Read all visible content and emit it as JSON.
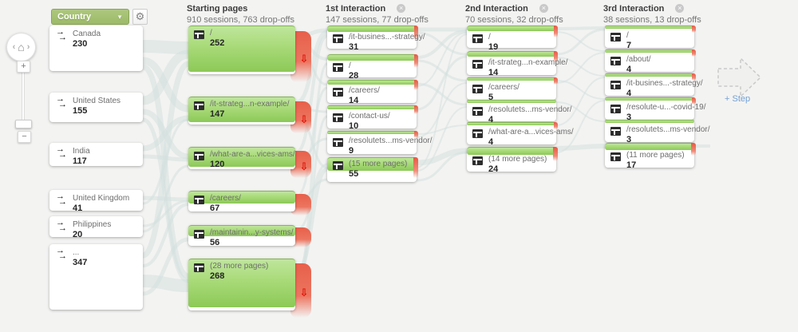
{
  "icons": {
    "home": "⌂",
    "nav_prev": "‹",
    "nav_next": "›",
    "plus": "+",
    "minus": "−",
    "gear": "⚙",
    "dropdown_arrow": "▼",
    "close": "×",
    "drop_arrow": "⇩",
    "flow_arrow": "→"
  },
  "toolbar": {
    "dimension": "Country"
  },
  "nav": {
    "step_label": "+ Step"
  },
  "colors": {
    "node_green": "#9ad163",
    "dropoff_red": "#e7604a",
    "ribbon": "#d3e0df",
    "accent_blue": "#74a1d4",
    "dimension_green": "#9cba68"
  },
  "dimension_column": {
    "items": [
      {
        "label": "Canada",
        "value": "230"
      },
      {
        "label": "United States",
        "value": "155"
      },
      {
        "label": "India",
        "value": "117"
      },
      {
        "label": "United Kingdom",
        "value": "41"
      },
      {
        "label": "Philippines",
        "value": "20"
      },
      {
        "label": "...",
        "value": "347"
      }
    ]
  },
  "columns": [
    {
      "title": "Starting pages",
      "subtitle": "910 sessions, 763 drop-offs",
      "nodes": [
        {
          "label": "/",
          "value": "252"
        },
        {
          "label": "/it-strateg...n-example/",
          "value": "147"
        },
        {
          "label": "/what-are-a...vices-ams/",
          "value": "120"
        },
        {
          "label": "/careers/",
          "value": "67"
        },
        {
          "label": "/maintainin...y-systems/",
          "value": "56"
        },
        {
          "label": "(28 more pages)",
          "value": "268"
        }
      ]
    },
    {
      "title": "1st Interaction",
      "subtitle": "147 sessions, 77 drop-offs",
      "nodes": [
        {
          "label": "/it-busines...-strategy/",
          "value": "31"
        },
        {
          "label": "/",
          "value": "28"
        },
        {
          "label": "/careers/",
          "value": "14"
        },
        {
          "label": "/contact-us/",
          "value": "10"
        },
        {
          "label": "/resolutets...ms-vendor/",
          "value": "9"
        },
        {
          "label": "(15 more pages)",
          "value": "55"
        }
      ]
    },
    {
      "title": "2nd Interaction",
      "subtitle": "70 sessions, 32 drop-offs",
      "nodes": [
        {
          "label": "/",
          "value": "19"
        },
        {
          "label": "/it-strateg...n-example/",
          "value": "14"
        },
        {
          "label": "/careers/",
          "value": "5"
        },
        {
          "label": "/resolutets...ms-vendor/",
          "value": "4"
        },
        {
          "label": "/what-are-a...vices-ams/",
          "value": "4"
        },
        {
          "label": "(14 more pages)",
          "value": "24"
        }
      ]
    },
    {
      "title": "3rd Interaction",
      "subtitle": "38 sessions, 13 drop-offs",
      "nodes": [
        {
          "label": "/",
          "value": "7"
        },
        {
          "label": "/about/",
          "value": "4"
        },
        {
          "label": "/it-busines...-strategy/",
          "value": "4"
        },
        {
          "label": "/resolute-u...-covid-19/",
          "value": "3"
        },
        {
          "label": "/resolutets...ms-vendor/",
          "value": "3"
        },
        {
          "label": "(11 more pages)",
          "value": "17"
        }
      ]
    }
  ]
}
